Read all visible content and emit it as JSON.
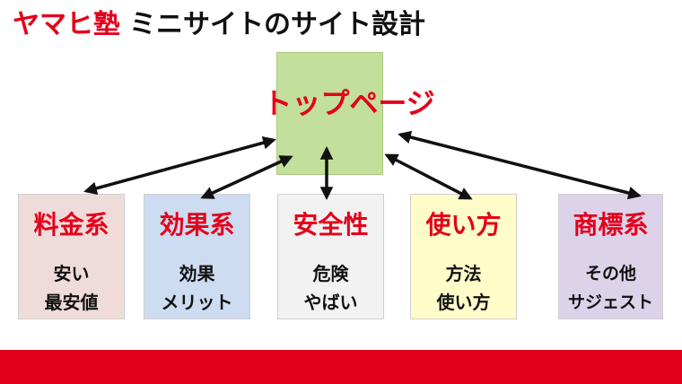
{
  "title": {
    "brand": "ヤマヒ塾",
    "rest": "ミニサイトのサイト設計"
  },
  "top_page": {
    "label": "トップページ"
  },
  "categories": [
    {
      "label": "料金系",
      "sub1": "安い",
      "sub2": "最安値"
    },
    {
      "label": "効果系",
      "sub1": "効果",
      "sub2": "メリット"
    },
    {
      "label": "安全性",
      "sub1": "危険",
      "sub2": "やばい"
    },
    {
      "label": "使い方",
      "sub1": "方法",
      "sub2": "使い方"
    },
    {
      "label": "商標系",
      "sub1": "その他",
      "sub2": "サジェスト"
    }
  ],
  "colors": {
    "accent_red": "#e3001b",
    "top_box": "#c2df9b",
    "cat1": "#efdcda",
    "cat2": "#cddcf0",
    "cat3": "#f2f2f2",
    "cat4": "#fefcc8",
    "cat5": "#dcd3ea",
    "arrow": "#111111"
  }
}
